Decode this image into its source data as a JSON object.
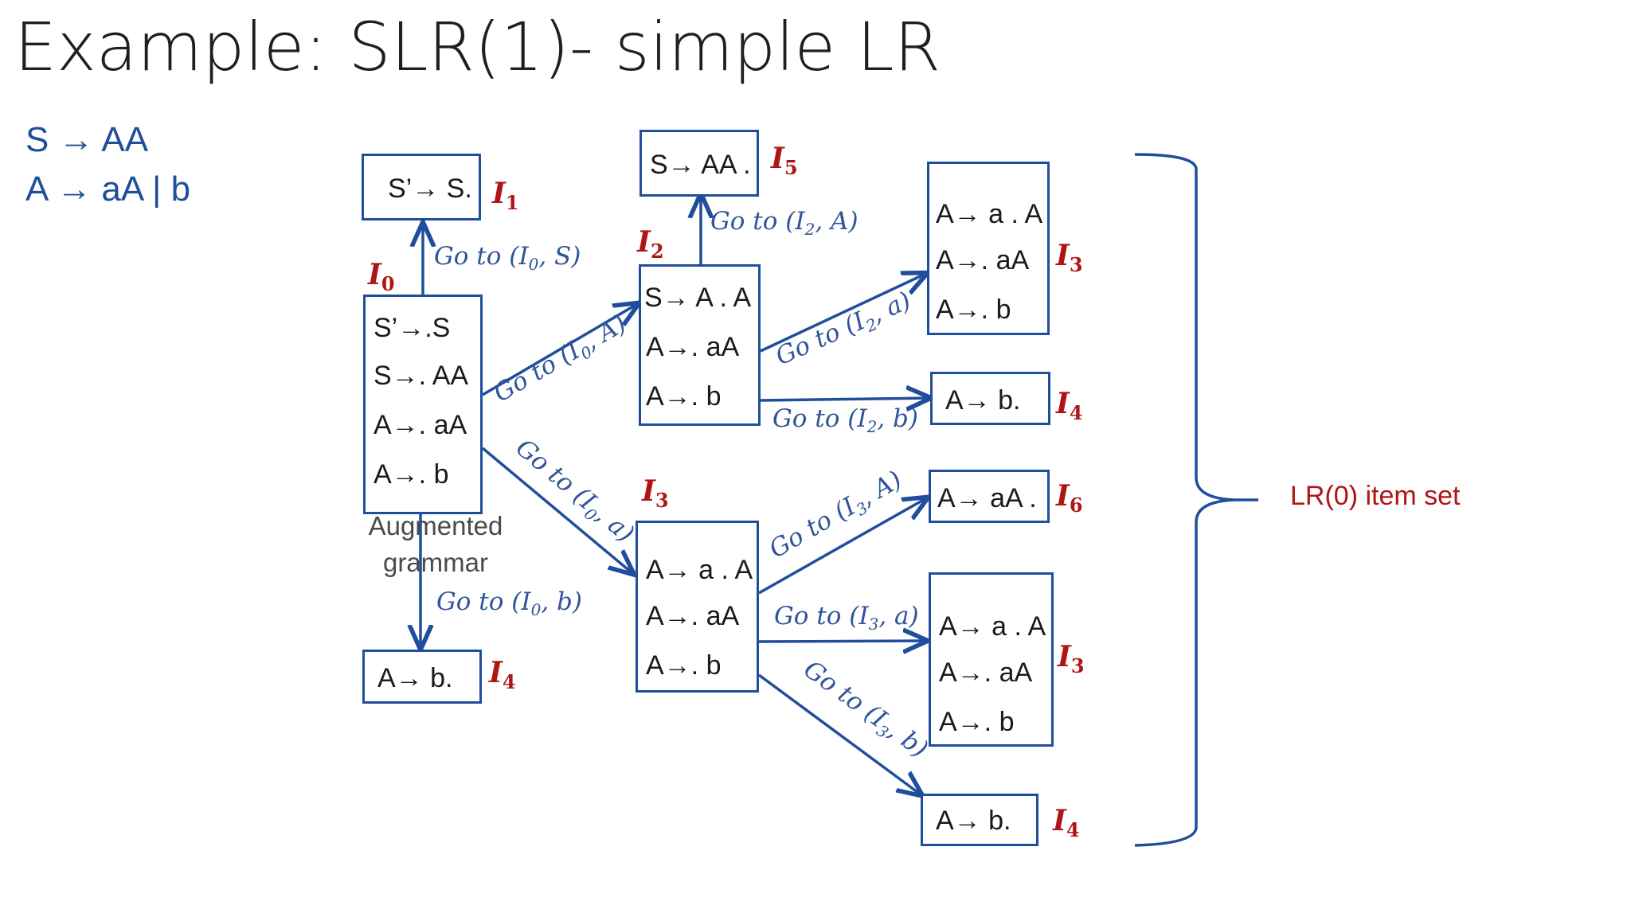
{
  "title": "Example: SLR(1)- simple LR",
  "grammar": [
    "S → AA",
    "A → aA | b"
  ],
  "augmented_note": [
    "Augmented",
    "grammar"
  ],
  "lr0_label": "LR(0) item set",
  "boxes": {
    "i1_top": {
      "label": "I",
      "sub": "1",
      "items": [
        "S’→ S."
      ]
    },
    "i0": {
      "label": "I",
      "sub": "0",
      "items": [
        "S’→.S",
        "S→. AA",
        "A→. aA",
        "A→. b"
      ]
    },
    "i4_bottom_left": {
      "label": "I",
      "sub": "4",
      "items": [
        "A→ b."
      ]
    },
    "i5": {
      "label": "I",
      "sub": "5",
      "items": [
        "S→ AA ."
      ]
    },
    "i2": {
      "label": "I",
      "sub": "2",
      "items": [
        "S→ A . A",
        "A→. aA",
        "A→. b"
      ]
    },
    "i3_mid": {
      "label": "I",
      "sub": "3",
      "items": [
        "A→ a . A",
        "A→. aA",
        "A→. b"
      ]
    },
    "i3_top_right": {
      "label": "I",
      "sub": "3",
      "items": [
        "A→ a . A",
        "A→. aA",
        "A→. b"
      ]
    },
    "i4_right": {
      "label": "I",
      "sub": "4",
      "items": [
        "A→ b."
      ]
    },
    "i6": {
      "label": "I",
      "sub": "6",
      "items": [
        "A→ aA ."
      ]
    },
    "i3_bottom_right": {
      "label": "I",
      "sub": "3",
      "items": [
        "A→ a . A",
        "A→. aA",
        "A→. b"
      ]
    },
    "i4_bottom_right": {
      "label": "I",
      "sub": "4",
      "items": [
        "A→ b."
      ]
    }
  },
  "transitions": {
    "i0_s": {
      "text": "Go to (",
      "state": "I",
      "sub": "0",
      "sym": ", S)"
    },
    "i0_a_upper": {
      "text": "Go to (",
      "state": "I",
      "sub": "0",
      "sym": ", A)"
    },
    "i0_a_lower": {
      "text": "Go to (",
      "state": "I",
      "sub": "0",
      "sym": ", a)"
    },
    "i0_b": {
      "text": "Go to (",
      "state": "I",
      "sub": "0",
      "sym": ", b)"
    },
    "i2_A": {
      "text": "Go to (",
      "state": "I",
      "sub": "2",
      "sym": ", A)"
    },
    "i2_a": {
      "text": "Go to (",
      "state": "I",
      "sub": "2",
      "sym": ", a)"
    },
    "i2_b": {
      "text": "Go to (",
      "state": "I",
      "sub": "2",
      "sym": ", b)"
    },
    "i3_A": {
      "text": "Go to (",
      "state": "I",
      "sub": "3",
      "sym": ", A)"
    },
    "i3_a": {
      "text": "Go to (",
      "state": "I",
      "sub": "3",
      "sym": ", a)"
    },
    "i3_b": {
      "text": "Go to (",
      "state": "I",
      "sub": "3",
      "sym": ", b)"
    }
  },
  "colors": {
    "arrow": "#1f4e9c",
    "state_label": "#b01515",
    "goto": "#2f5597"
  }
}
